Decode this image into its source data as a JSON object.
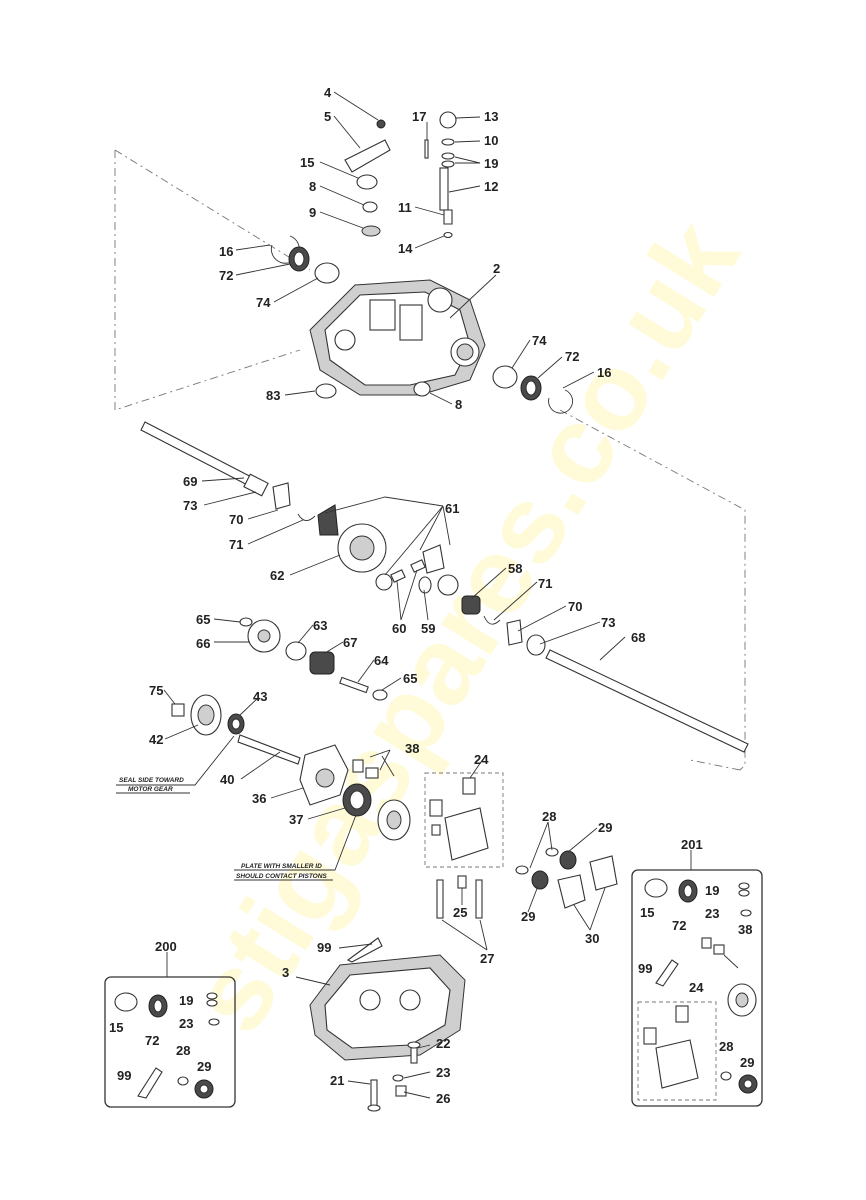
{
  "watermark": "stigaspares.co.uk",
  "callouts": [
    {
      "id": "c-4",
      "label": "4"
    },
    {
      "id": "c-5",
      "label": "5"
    },
    {
      "id": "c-15a",
      "label": "15"
    },
    {
      "id": "c-8a",
      "label": "8"
    },
    {
      "id": "c-9",
      "label": "9"
    },
    {
      "id": "c-16a",
      "label": "16"
    },
    {
      "id": "c-72a",
      "label": "72"
    },
    {
      "id": "c-74a",
      "label": "74"
    },
    {
      "id": "c-17",
      "label": "17"
    },
    {
      "id": "c-13",
      "label": "13"
    },
    {
      "id": "c-10",
      "label": "10"
    },
    {
      "id": "c-19a",
      "label": "19"
    },
    {
      "id": "c-12",
      "label": "12"
    },
    {
      "id": "c-11",
      "label": "11"
    },
    {
      "id": "c-14",
      "label": "14"
    },
    {
      "id": "c-2",
      "label": "2"
    },
    {
      "id": "c-74b",
      "label": "74"
    },
    {
      "id": "c-72b",
      "label": "72"
    },
    {
      "id": "c-16b",
      "label": "16"
    },
    {
      "id": "c-83",
      "label": "83"
    },
    {
      "id": "c-8b",
      "label": "8"
    },
    {
      "id": "c-69",
      "label": "69"
    },
    {
      "id": "c-73a",
      "label": "73"
    },
    {
      "id": "c-70a",
      "label": "70"
    },
    {
      "id": "c-71a",
      "label": "71"
    },
    {
      "id": "c-61",
      "label": "61"
    },
    {
      "id": "c-62",
      "label": "62"
    },
    {
      "id": "c-58",
      "label": "58"
    },
    {
      "id": "c-71b",
      "label": "71"
    },
    {
      "id": "c-60",
      "label": "60"
    },
    {
      "id": "c-59",
      "label": "59"
    },
    {
      "id": "c-70b",
      "label": "70"
    },
    {
      "id": "c-73b",
      "label": "73"
    },
    {
      "id": "c-68",
      "label": "68"
    },
    {
      "id": "c-65a",
      "label": "65"
    },
    {
      "id": "c-63",
      "label": "63"
    },
    {
      "id": "c-66",
      "label": "66"
    },
    {
      "id": "c-67",
      "label": "67"
    },
    {
      "id": "c-64",
      "label": "64"
    },
    {
      "id": "c-65b",
      "label": "65"
    },
    {
      "id": "c-75",
      "label": "75"
    },
    {
      "id": "c-43",
      "label": "43"
    },
    {
      "id": "c-42",
      "label": "42"
    },
    {
      "id": "c-38a",
      "label": "38"
    },
    {
      "id": "c-40",
      "label": "40"
    },
    {
      "id": "c-36",
      "label": "36"
    },
    {
      "id": "c-24a",
      "label": "24"
    },
    {
      "id": "c-37",
      "label": "37"
    },
    {
      "id": "c-28a",
      "label": "28"
    },
    {
      "id": "c-29a",
      "label": "29"
    },
    {
      "id": "c-29b",
      "label": "29"
    },
    {
      "id": "c-30",
      "label": "30"
    },
    {
      "id": "c-25",
      "label": "25"
    },
    {
      "id": "c-27",
      "label": "27"
    },
    {
      "id": "c-201",
      "label": "201"
    },
    {
      "id": "c-19b",
      "label": "19"
    },
    {
      "id": "c-15b",
      "label": "15"
    },
    {
      "id": "c-72c",
      "label": "72"
    },
    {
      "id": "c-23a",
      "label": "23"
    },
    {
      "id": "c-38b",
      "label": "38"
    },
    {
      "id": "c-99a",
      "label": "99"
    },
    {
      "id": "c-24b",
      "label": "24"
    },
    {
      "id": "c-28b",
      "label": "28"
    },
    {
      "id": "c-29c",
      "label": "29"
    },
    {
      "id": "c-99b",
      "label": "99"
    },
    {
      "id": "c-3",
      "label": "3"
    },
    {
      "id": "c-200",
      "label": "200"
    },
    {
      "id": "c-19c",
      "label": "19"
    },
    {
      "id": "c-15c",
      "label": "15"
    },
    {
      "id": "c-72d",
      "label": "72"
    },
    {
      "id": "c-23b",
      "label": "23"
    },
    {
      "id": "c-28c",
      "label": "28"
    },
    {
      "id": "c-29d",
      "label": "29"
    },
    {
      "id": "c-99c",
      "label": "99"
    },
    {
      "id": "c-22",
      "label": "22"
    },
    {
      "id": "c-21",
      "label": "21"
    },
    {
      "id": "c-23c",
      "label": "23"
    },
    {
      "id": "c-26",
      "label": "26"
    }
  ],
  "notes": {
    "seal_line1": "SEAL SIDE TOWARD",
    "seal_line2": "MOTOR GEAR",
    "plate_line1": "PLATE WITH SMALLER ID",
    "plate_line2": "SHOULD CONTACT PISTONS"
  }
}
